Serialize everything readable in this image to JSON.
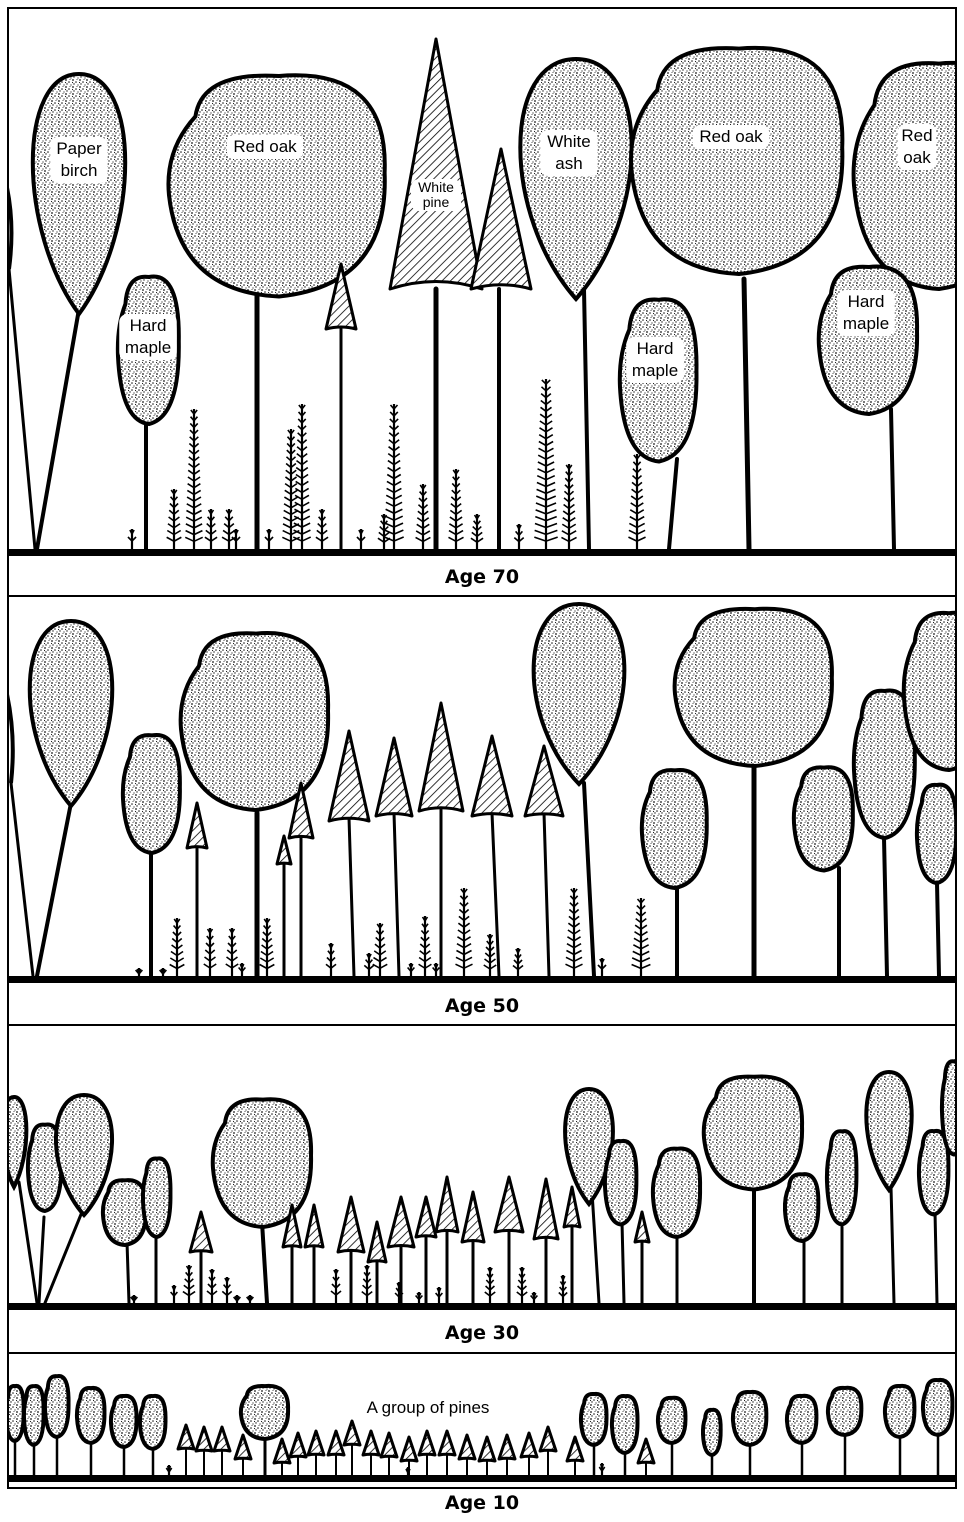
{
  "panels": [
    {
      "caption": "Age 70",
      "labels": {
        "paper_birch": "Paper\nbirch",
        "red_oak_1": "Red oak",
        "white_pine": "White\npine",
        "white_ash": "White\nash",
        "red_oak_2": "Red oak",
        "red_oak_3": "Red\noak",
        "hard_maple_1": "Hard\nmaple",
        "hard_maple_2": "Hard\nmaple",
        "hard_maple_3": "Hard\nmaple"
      }
    },
    {
      "caption": "Age 50"
    },
    {
      "caption": "Age 30"
    },
    {
      "caption": "Age 10",
      "annotation": "A group of pines"
    }
  ],
  "colors": {
    "ink": "#000000",
    "paper": "#ffffff",
    "stipple": "#1a1a1a"
  }
}
